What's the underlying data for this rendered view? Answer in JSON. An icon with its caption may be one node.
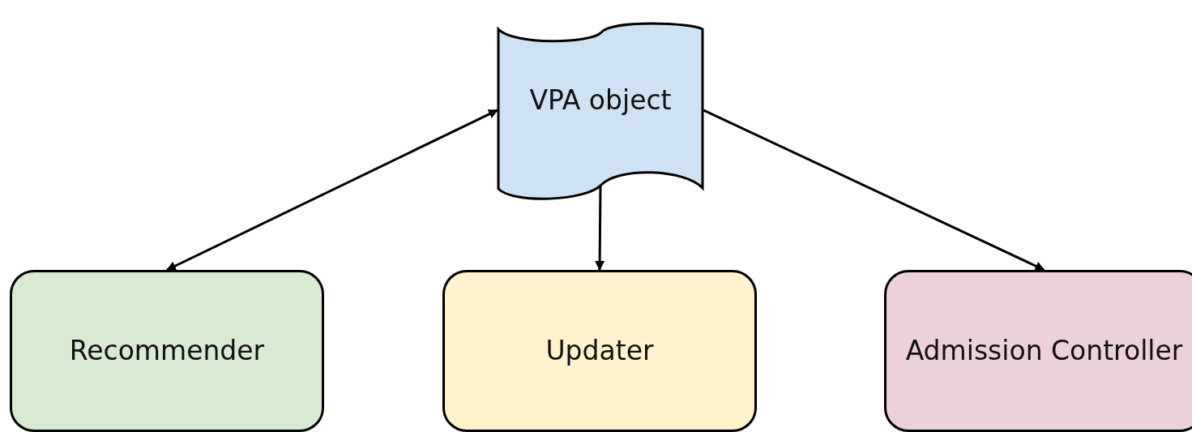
{
  "diagram": {
    "nodes": [
      {
        "text": [
          "VPA object"
        ]
      },
      {
        "text": [
          "Recommender"
        ]
      },
      {
        "text": [
          "Updater"
        ]
      },
      {
        "text": [
          "Admission Controller"
        ]
      }
    ],
    "edges": [
      {
        "from": 0,
        "to": 1,
        "arrow": "both"
      },
      {
        "from": 0,
        "to": 2,
        "arrow": "to"
      },
      {
        "from": 0,
        "to": 3,
        "arrow": "to"
      }
    ]
  }
}
